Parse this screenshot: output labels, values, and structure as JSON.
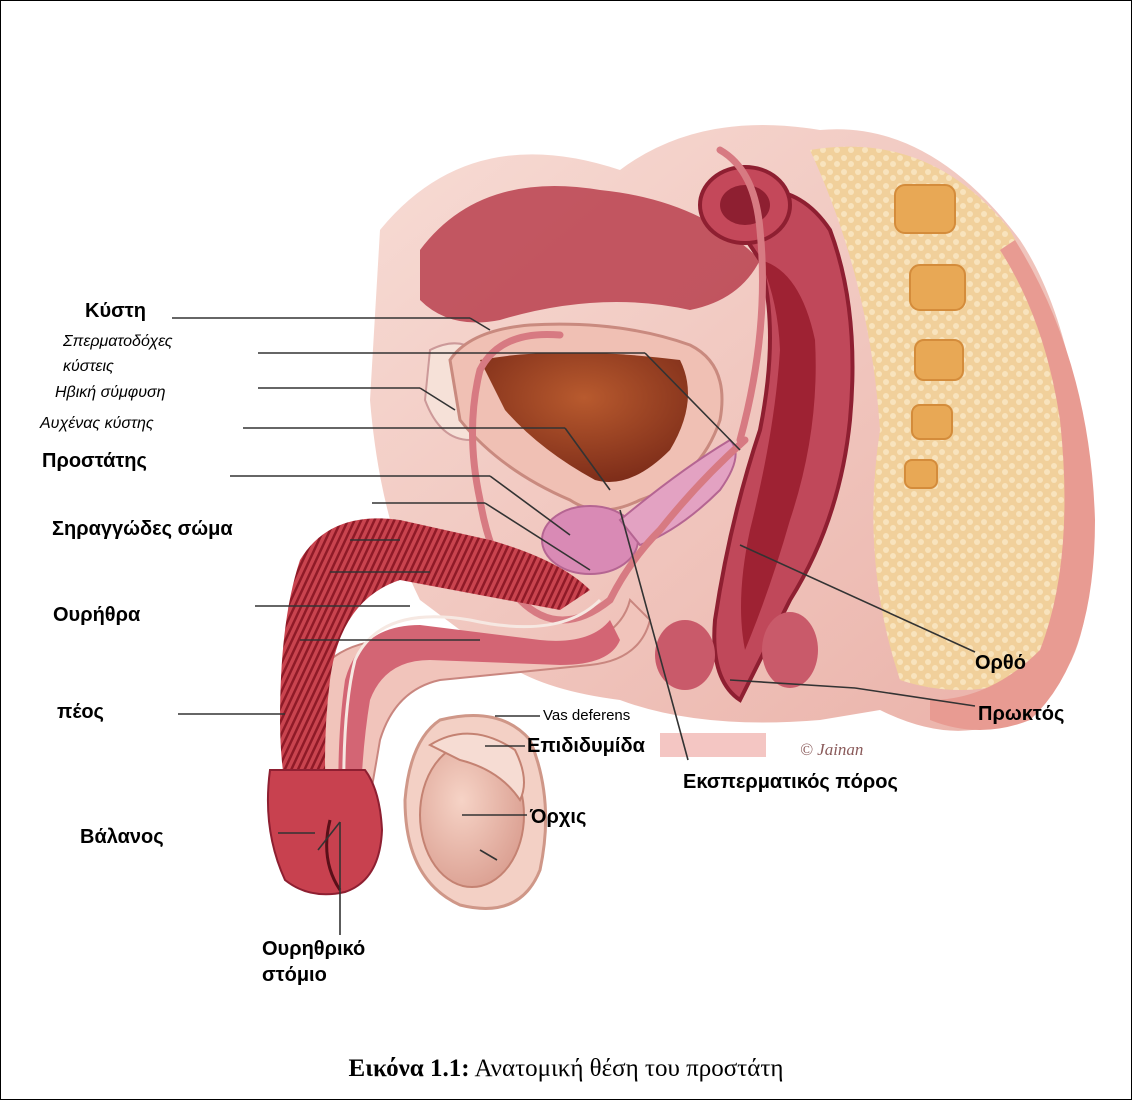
{
  "labels": {
    "bladder": "Κύστη",
    "seminal_vesicles_1": "Σπερματοδόχες",
    "seminal_vesicles_2": "κύστεις",
    "pubic_symphysis": "Ηβική σύμφυση",
    "bladder_neck": "Αυχένας κύστης",
    "prostate": "Προστάτης",
    "corpus_spongiosum": "Σηραγγώδες σώμα",
    "urethra": "Ουρήθρα",
    "penis": "πέος",
    "glans": "Βάλανος",
    "meatus_1": "Ουρηθρικό",
    "meatus_2": "στόμιο",
    "vas_deferens": "Vas deferens",
    "epididymis": "Επιδιδυμίδα",
    "testis": "Όρχις",
    "ejaculatory_duct": "Εκσπερματικός πόρος",
    "rectum": "Ορθό",
    "anus": "Πρωκτός"
  },
  "copyright": "© Jainan",
  "caption": {
    "number": "Εικόνα 1.1:",
    "text": " Ανατομική θέση του προστάτη"
  },
  "colors": {
    "tissue_light": "#f2c9c2",
    "tissue_mid": "#d9707a",
    "tissue_dark": "#9e2233",
    "fat": "#f3d6a8",
    "bone": "#e9b15c"
  }
}
